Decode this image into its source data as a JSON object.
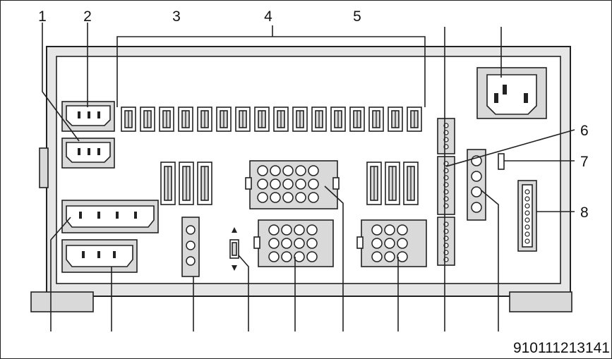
{
  "diagram": {
    "callouts": {
      "top": [
        "1",
        "2",
        "3",
        "4",
        "5"
      ],
      "right": [
        "6",
        "7",
        "8"
      ],
      "bottom_text": "910111213141"
    }
  }
}
